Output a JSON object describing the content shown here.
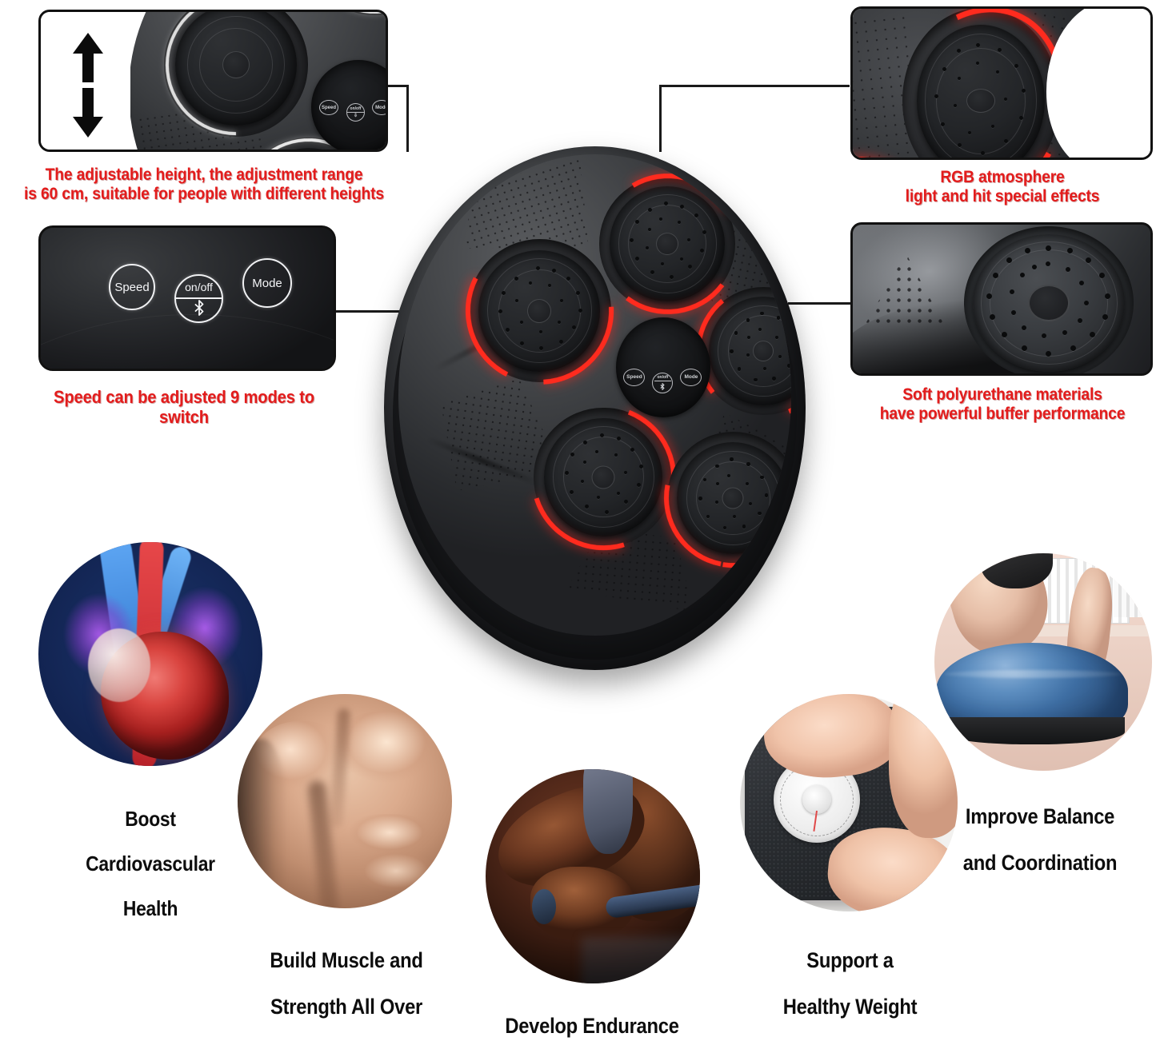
{
  "page": {
    "title": "Music Boxing Machine Product Features Infographic",
    "background_color": "#ffffff",
    "caption_color": "#e31c1c",
    "label_color": "#0d0d0d",
    "led_color": "#ff2b1e"
  },
  "callouts": [
    {
      "id": "adjustable-height",
      "caption": "The adjustable height, the adjustment range\nis 60 cm, suitable for people with different heights",
      "line1": "The adjustable height, the adjustment range",
      "line2": "is 60 cm, suitable for people with different heights",
      "inset_name": "height-adjust-photo",
      "icons": [
        "arrow-up-icon",
        "arrow-down-icon"
      ]
    },
    {
      "id": "speed-modes",
      "caption": "Speed can be adjusted 9 modes to switch",
      "line1": "Speed can be adjusted 9 modes to switch",
      "inset_name": "control-panel-photo",
      "buttons": [
        {
          "label": "Speed",
          "name": "speed-button"
        },
        {
          "label": "on/off",
          "name": "onoff-bluetooth-button",
          "icon": "bluetooth-icon"
        },
        {
          "label": "Mode",
          "name": "mode-button"
        }
      ]
    },
    {
      "id": "rgb-light",
      "caption": "RGB atmosphere\nlight and hit special effects",
      "line1": "RGB atmosphere",
      "line2": "light and hit special effects",
      "inset_name": "rgb-light-photo"
    },
    {
      "id": "polyurethane",
      "caption": "Soft polyurethane materials\nhave powerful buffer performance",
      "line1": "Soft polyurethane materials",
      "line2": "have powerful buffer performance",
      "inset_name": "polyurethane-pad-photo"
    }
  ],
  "device": {
    "name": "music-boxing-machine",
    "shape": "circular wall-mounted boxing target",
    "pad_count": 5,
    "control_buttons": [
      {
        "label": "Speed",
        "name": "device-speed-button"
      },
      {
        "label": "on/off",
        "name": "device-onoff-button",
        "icon": "bluetooth-icon"
      },
      {
        "label": "Mode",
        "name": "device-mode-button"
      }
    ]
  },
  "benefits": [
    {
      "id": "cardio",
      "label": "Boost\nCardiovascular\nHealth",
      "image_name": "heart-anatomy-photo",
      "lines": [
        "Boost",
        "Cardiovascular",
        "Health"
      ]
    },
    {
      "id": "muscle",
      "label": "Build Muscle and\nStrength All Over",
      "image_name": "muscular-torso-photo",
      "lines": [
        "Build Muscle and",
        "Strength All Over"
      ]
    },
    {
      "id": "endurance",
      "label": "Develop Endurance",
      "image_name": "rowing-athlete-photo",
      "lines": [
        "Develop Endurance"
      ]
    },
    {
      "id": "weight",
      "label": "Support a\nHealthy Weight",
      "image_name": "bathroom-scale-photo",
      "lines": [
        "Support a",
        "Healthy Weight"
      ]
    },
    {
      "id": "balance",
      "label": "Improve Balance\nand Coordination",
      "image_name": "bosu-ball-photo",
      "lines": [
        "Improve Balance",
        "and Coordination"
      ]
    }
  ]
}
